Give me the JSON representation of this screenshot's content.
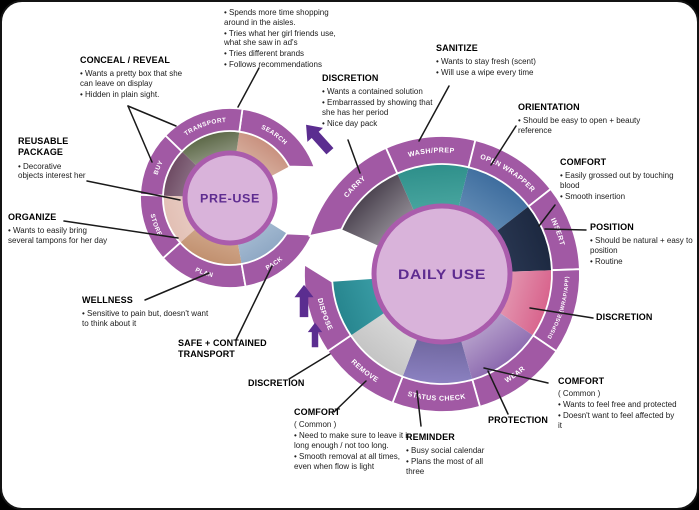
{
  "colors": {
    "ring": "#A159A4",
    "ring_edge": "#ffffff",
    "center_fill": "#D9B3DA",
    "center_stroke": "#AA5CAC",
    "center_text": "#5E2C90",
    "segment_text": "#ffffff",
    "arrow": "#5B2D90",
    "leader": "#1a1a1a"
  },
  "pre_use_wheel": {
    "center_label": "PRE-USE",
    "segments": [
      "SEARCH",
      "TRANSPORT",
      "BUY",
      "STORE",
      "PLAN",
      "PACK"
    ],
    "photo_colors": [
      [
        "#E9D8C8",
        "#C8907E"
      ],
      [
        "#D8D8D4",
        "#5C6847"
      ],
      [
        "#B7A9B8",
        "#6E4B63"
      ],
      [
        "#F0DDD5",
        "#E2BFB4"
      ],
      [
        "#E3C4AD",
        "#C1906F"
      ],
      [
        "#C2D5E5",
        "#8FA8C4"
      ]
    ]
  },
  "daily_use_wheel": {
    "center_label": "DAILY USE",
    "segments": [
      "WASH/PREP",
      "OPEN WRAPPER",
      "INSERT",
      "DISPOSE (WRAP/APP)",
      "WEAR",
      "STATUS CHECK",
      "REMOVE",
      "DISPOSE",
      "CARRY"
    ],
    "photo_colors": [
      [
        "#6CC4BC",
        "#2E8F8A"
      ],
      [
        "#8FB2D2",
        "#3E6D9E"
      ],
      [
        "#3A4A68",
        "#1C2840"
      ],
      [
        "#F3DCE2",
        "#D8638C"
      ],
      [
        "#EFEDF2",
        "#8C69AF"
      ],
      [
        "#453E6B",
        "#8C82C2"
      ],
      [
        "#F4F4F4",
        "#C4C4C4"
      ],
      [
        "#52BCC4",
        "#27858E"
      ],
      [
        "#E9E7EB",
        "#4C4450"
      ]
    ]
  },
  "annotations": {
    "search_notes": {
      "bullets": [
        "Spends more time shopping around in the aisles.",
        "Tries what her girl friends use, what she saw in ad's",
        "Tries different brands",
        "Follows recommendations"
      ]
    },
    "conceal_reveal": {
      "title": "CONCEAL / REVEAL",
      "bullets": [
        "Wants a pretty box that she can leave on display",
        "Hidden in plain sight."
      ]
    },
    "reusable_package": {
      "title": "REUSABLE PACKAGE",
      "bullets": [
        "Decorative objects interest her"
      ]
    },
    "organize": {
      "title": "ORGANIZE",
      "bullets": [
        "Wants to easily bring several tampons for her day"
      ]
    },
    "wellness": {
      "title": "WELLNESS",
      "bullets": [
        "Sensitive to pain but, doesn't want to think about it"
      ]
    },
    "safe_transport": {
      "title": "SAFE + CONTAINED TRANSPORT"
    },
    "discretion_carry": {
      "title": "DISCRETION",
      "bullets": [
        "Wants a contained solution",
        "Embarrassed by showing that she has her period",
        "Nice day pack"
      ]
    },
    "sanitize": {
      "title": "SANITIZE",
      "bullets": [
        "Wants to stay fresh (scent)",
        "Will use a wipe every time"
      ]
    },
    "orientation": {
      "title": "ORIENTATION",
      "bullets": [
        "Should be easy to open + beauty reference"
      ]
    },
    "comfort_insert": {
      "title": "COMFORT",
      "bullets": [
        "Easily grossed out by touching blood",
        "Smooth insertion"
      ]
    },
    "position": {
      "title": "POSITION",
      "bullets": [
        "Should be natural + easy to position",
        "Routine"
      ]
    },
    "discretion_wrapper": {
      "title": "DISCRETION"
    },
    "comfort_wear": {
      "title": "COMFORT",
      "subtitle": "( Common )",
      "bullets": [
        "Wants to feel free and protected",
        "Doesn't want to feel affected by it"
      ]
    },
    "protection": {
      "title": "PROTECTION"
    },
    "reminder": {
      "title": "REMINDER",
      "bullets": [
        "Busy social calendar",
        "Plans the most of all three"
      ]
    },
    "comfort_remove": {
      "title": "COMFORT",
      "subtitle": "( Common )",
      "bullets": [
        "Need to make sure to leave it in long enough / not too long.",
        "Smooth removal at all times, even when flow is light"
      ]
    },
    "discretion_dispose": {
      "title": "DISCRETION"
    }
  }
}
